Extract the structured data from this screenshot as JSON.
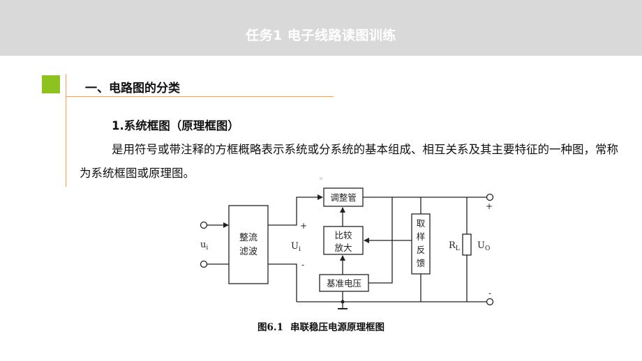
{
  "header": {
    "title": "任务1   电子线路读图训练"
  },
  "section": {
    "heading": "一、电路图的分类"
  },
  "subsection": {
    "heading": "1.系统框图（原理框图）"
  },
  "body": {
    "paragraph": "是用符号或带注释的方框概略表示系统或分系统的基本组成、相互关系及其主要特征的一种图，常称为系统框图或原理图。"
  },
  "diagram": {
    "blocks": {
      "rectifier_line1": "整流",
      "rectifier_line2": "滤波",
      "regulator": "调整管",
      "comparator_line1": "比较",
      "comparator_line2": "放大",
      "reference": "基准电压",
      "sampling_1": "取",
      "sampling_2": "样",
      "sampling_3": "反",
      "sampling_4": "馈"
    },
    "labels": {
      "input_u": "u",
      "input_sub": "i",
      "mid_U": "U",
      "mid_sub": "i",
      "plus": "+",
      "minus": "-",
      "load_R": "R",
      "load_sub": "L",
      "out_U": "U",
      "out_sub": "O",
      "out_plus": "+",
      "out_minus": "-"
    },
    "caption_number": "图6.1",
    "caption_text": "串联稳压电源原理框图"
  }
}
